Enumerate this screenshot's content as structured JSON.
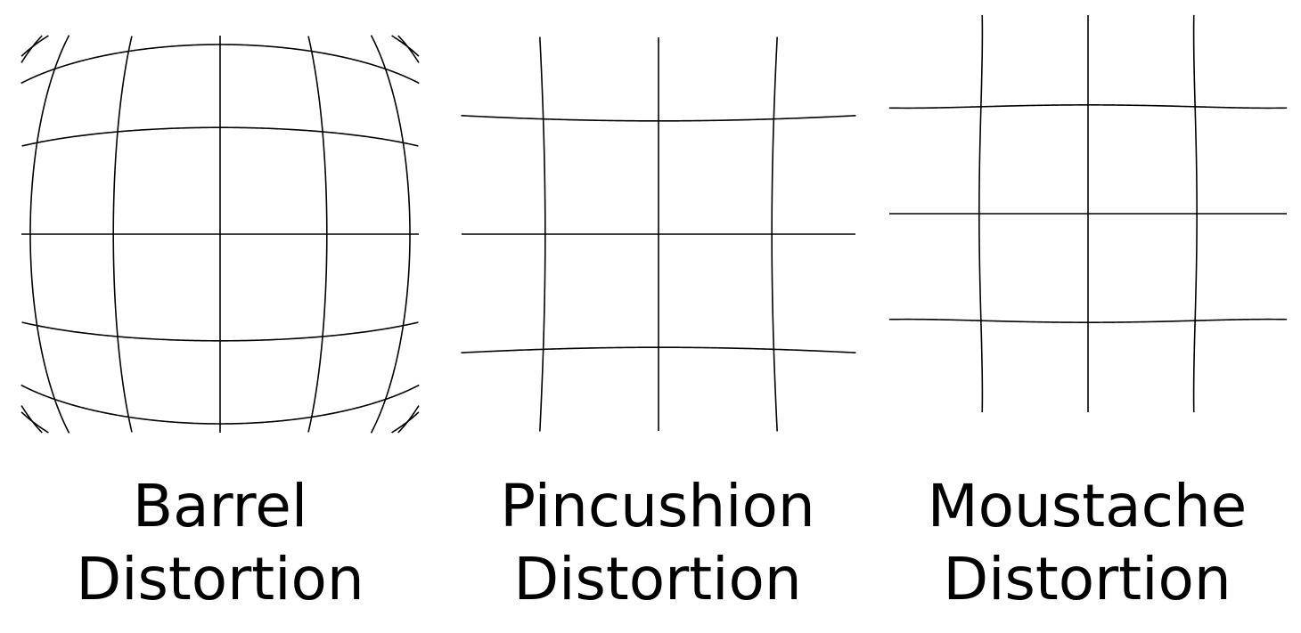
{
  "line_color": "#000000",
  "background_color": "#ffffff",
  "panels": [
    {
      "id": "barrel",
      "distortion_type": "barrel",
      "grid_columns": 6,
      "grid_rows": 6,
      "label_line1": "Barrel",
      "label_line2": "Distortion"
    },
    {
      "id": "pincushion",
      "distortion_type": "pincushion",
      "grid_columns": 6,
      "grid_rows": 6,
      "label_line1": "Pincushion",
      "label_line2": "Distortion"
    },
    {
      "id": "moustache",
      "distortion_type": "moustache",
      "grid_columns": 6,
      "grid_rows": 6,
      "label_line1": "Moustache",
      "label_line2": "Distortion"
    }
  ]
}
